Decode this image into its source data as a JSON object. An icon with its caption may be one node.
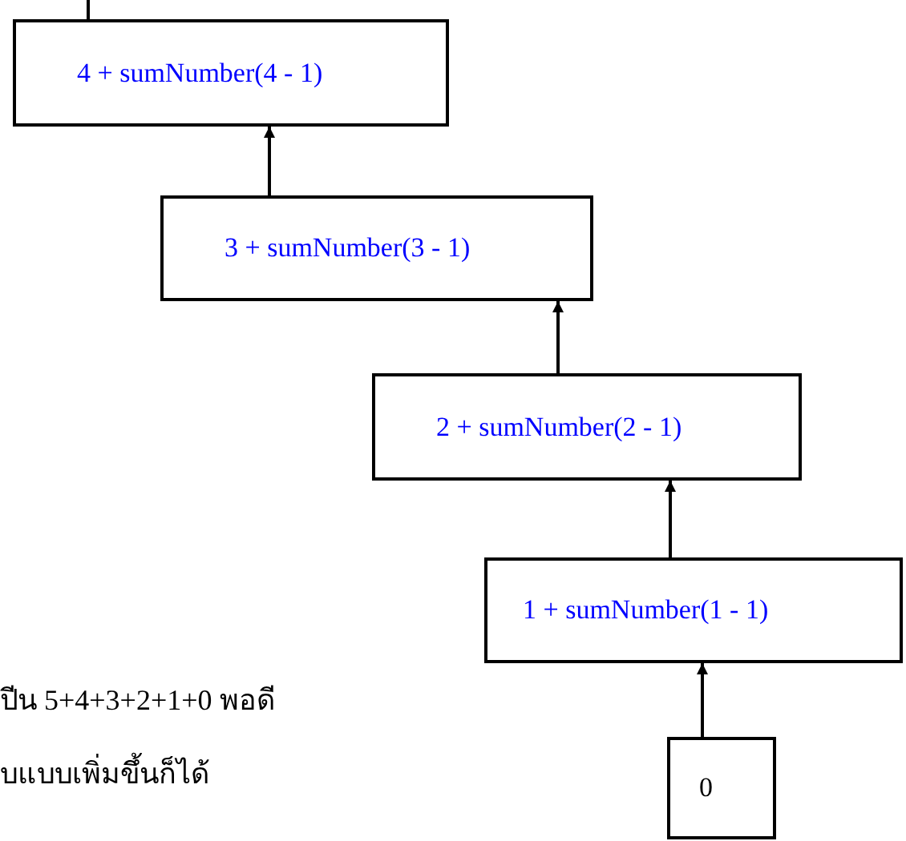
{
  "diagram": {
    "nodes": [
      {
        "text": [
          "4 + sumNumber(4 - 1)"
        ]
      },
      {
        "text": [
          "3 + sumNumber(3 - 1)"
        ]
      },
      {
        "text": [
          "2 + sumNumber(2 - 1)"
        ]
      },
      {
        "text": [
          "1 + sumNumber(1 - 1)"
        ]
      },
      {
        "text": [
          "0"
        ]
      }
    ],
    "edges": [
      {
        "from": 0,
        "to": null,
        "arrow": "none"
      },
      {
        "from": 1,
        "to": 0,
        "arrow": "to"
      },
      {
        "from": 2,
        "to": 1,
        "arrow": "to"
      },
      {
        "from": 3,
        "to": 2,
        "arrow": "to"
      },
      {
        "from": 4,
        "to": 3,
        "arrow": "to"
      }
    ],
    "labels": [
      "ปีน 5+4+3+2+1+0 พอดี",
      "บแบบเพิ่มขึ้นก็ได้"
    ]
  }
}
